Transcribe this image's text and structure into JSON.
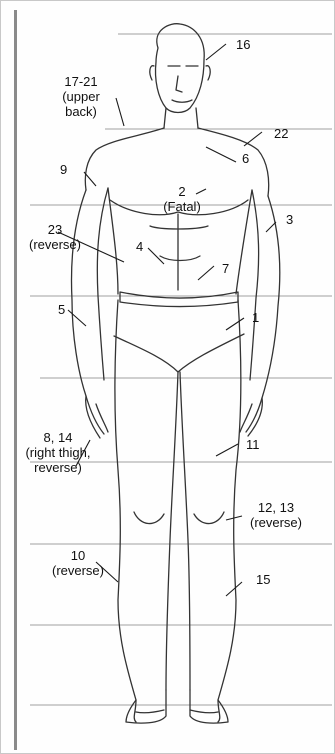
{
  "labels": {
    "l16": "16",
    "l17_21_a": "17-21",
    "l17_21_b": "(upper",
    "l17_21_c": "back)",
    "l22": "22",
    "l6": "6",
    "l9": "9",
    "l2_a": "2",
    "l2_b": "(Fatal)",
    "l3": "3",
    "l23_a": "23",
    "l23_b": "(reverse)",
    "l4": "4",
    "l7": "7",
    "l5": "5",
    "l1": "1",
    "l8_a": "8, 14",
    "l8_b": "(right thigh,",
    "l8_c": "reverse)",
    "l11": "11",
    "l12_a": "12, 13",
    "l12_b": "(reverse)",
    "l10_a": "10",
    "l10_b": "(reverse)",
    "l15": "15"
  },
  "colors": {
    "ink": "#1a1a1a",
    "ruled_line": "#9a9a9a",
    "sketch": "#333333"
  }
}
